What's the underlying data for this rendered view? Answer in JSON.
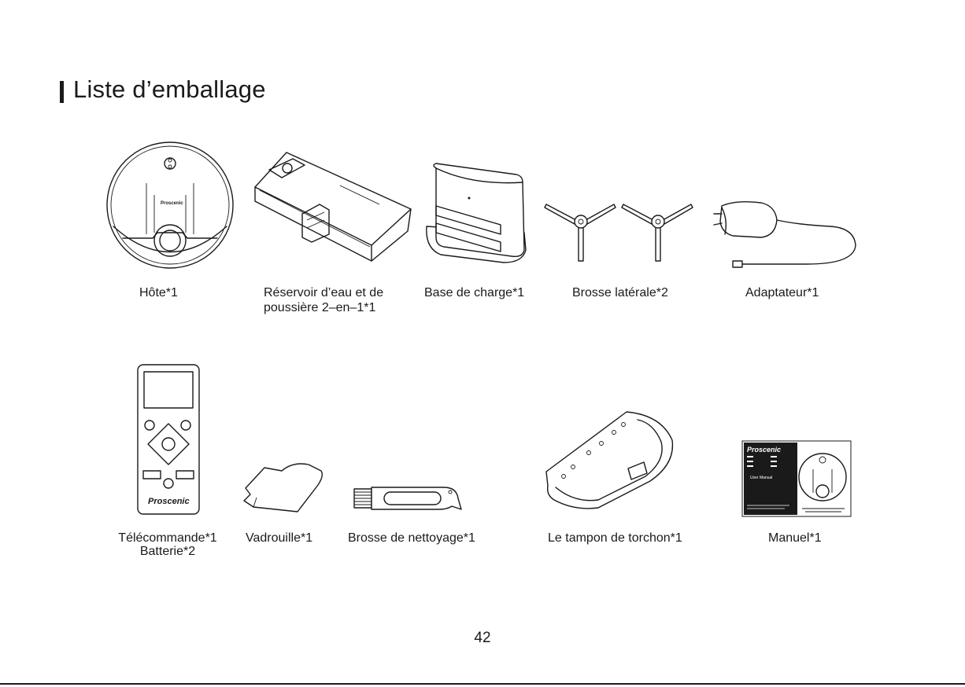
{
  "header": {
    "title": "Liste d’emballage"
  },
  "items": {
    "host": {
      "caption": "Hôte*1",
      "logo": "Proscenic"
    },
    "tank": {
      "caption_line1": "Réservoir d’eau et de",
      "caption_line2": "poussière 2–en–1*1"
    },
    "base": {
      "caption": "Base de charge*1"
    },
    "brush": {
      "caption": "Brosse latérale*2"
    },
    "adapter": {
      "caption": "Adaptateur*1"
    },
    "remote": {
      "caption_line1": "Télécommande*1",
      "caption_line2": "Batterie*2",
      "logo": "Proscenic"
    },
    "mop": {
      "caption": "Vadrouille*1"
    },
    "cleaning": {
      "caption": "Brosse de nettoyage*1"
    },
    "pad": {
      "caption": "Le tampon de torchon*1"
    },
    "manual": {
      "caption": "Manuel*1",
      "logo": "Proscenic",
      "cover_label": "User Manual"
    }
  },
  "footer": {
    "page_number": "42"
  },
  "icons": [
    "robot-vacuum-icon",
    "water-dust-tank-icon",
    "charging-base-icon",
    "side-brush-icon",
    "adapter-icon",
    "remote-control-icon",
    "mop-cloth-icon",
    "cleaning-brush-icon",
    "mop-pad-icon",
    "manual-booklet-icon"
  ]
}
